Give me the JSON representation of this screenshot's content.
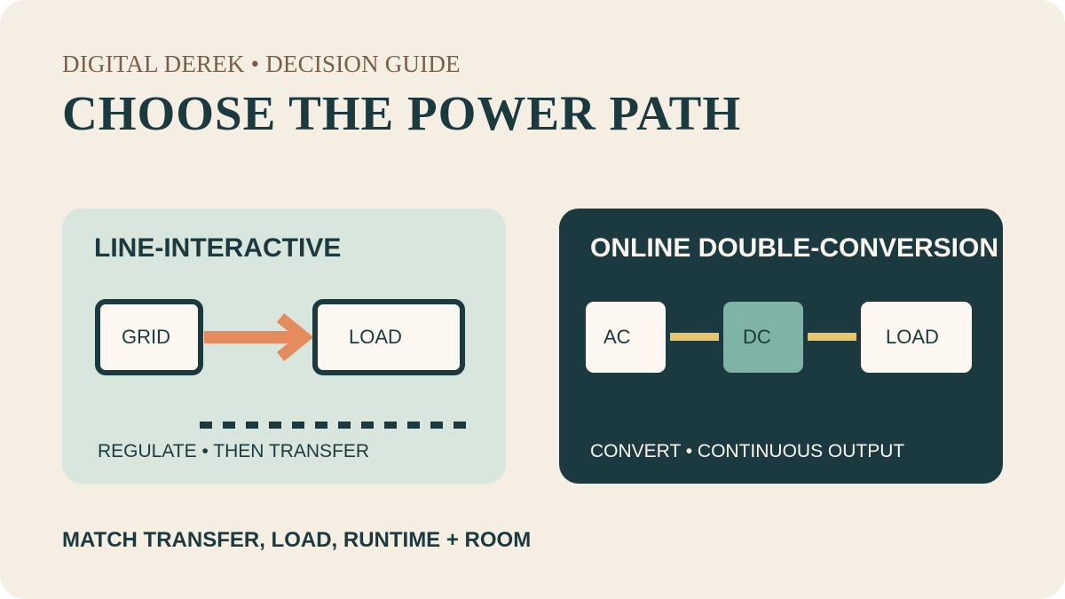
{
  "header": {
    "eyebrow": "DIGITAL DEREK • DECISION GUIDE",
    "title": "CHOOSE THE POWER PATH"
  },
  "line_interactive": {
    "title": "LINE-INTERACTIVE",
    "source_label": "GRID",
    "load_label": "LOAD",
    "caption": "REGULATE • THEN TRANSFER"
  },
  "online_double_conversion": {
    "title": "ONLINE DOUBLE-CONVERSION",
    "input_label": "AC",
    "intermediate_label": "DC",
    "load_label": "LOAD",
    "caption": "CONVERT • CONTINUOUS OUTPUT"
  },
  "footer": {
    "text": "MATCH TRANSFER, LOAD, RUNTIME + ROOM"
  },
  "colors": {
    "background": "#f5eee2",
    "dark_teal": "#1b3a40",
    "light_panel": "#d9e6de",
    "arrow_orange": "#e58c5e",
    "connector_yellow": "#ecc46a",
    "dc_green": "#7fb3a5",
    "eyebrow_brown": "#7a5e46"
  }
}
